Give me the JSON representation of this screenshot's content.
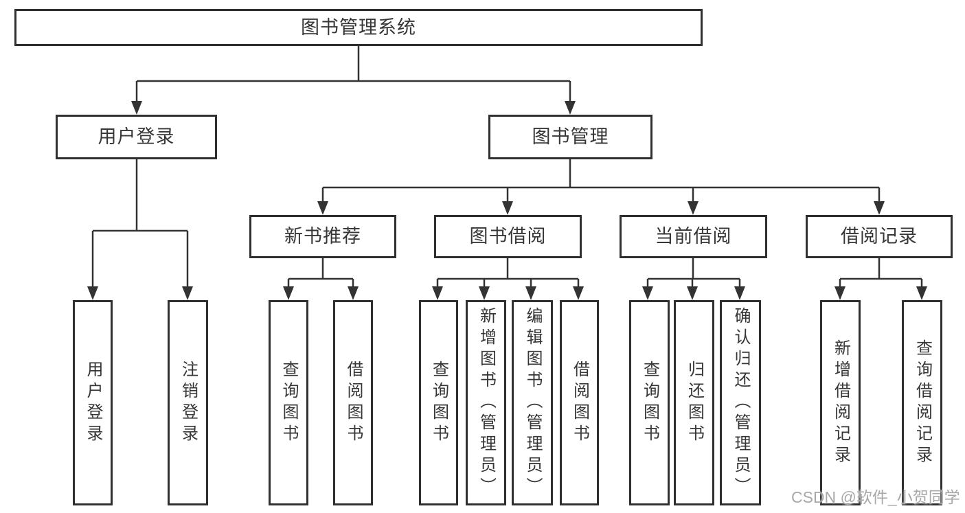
{
  "diagram": {
    "type": "tree",
    "orientation": "top-down",
    "connector_style": "orthogonal-with-arrowheads"
  },
  "colors": {
    "background": "#ffffff",
    "box_border": "#2f2f2f",
    "line": "#333333",
    "arrowhead": "#333333",
    "text": "#363636",
    "watermark": "#a8a8a8"
  },
  "nodes": {
    "root": {
      "label": "图书管理系统"
    },
    "user_login": {
      "label": "用户登录"
    },
    "book_mgmt": {
      "label": "图书管理"
    },
    "new_book_rec": {
      "label": "新书推荐"
    },
    "book_borrow": {
      "label": "图书借阅"
    },
    "current_borrow": {
      "label": "当前借阅"
    },
    "borrow_record": {
      "label": "借阅记录"
    },
    "leaf_user_login": {
      "label": "用户登录"
    },
    "leaf_logout": {
      "label": "注销登录"
    },
    "leaf_nbr_query": {
      "label": "查询图书"
    },
    "leaf_nbr_borrow": {
      "label": "借阅图书"
    },
    "leaf_bb_query": {
      "label": "查询图书"
    },
    "leaf_bb_add": {
      "label": "新增图书（管理员）"
    },
    "leaf_bb_edit": {
      "label": "编辑图书（管理员）"
    },
    "leaf_bb_borrow": {
      "label": "借阅图书"
    },
    "leaf_cb_query": {
      "label": "查询图书"
    },
    "leaf_cb_return": {
      "label": "归还图书"
    },
    "leaf_cb_confirm": {
      "label": "确认归还（管理员）"
    },
    "leaf_br_add": {
      "label": "新增借阅记录"
    },
    "leaf_br_query": {
      "label": "查询借阅记录"
    }
  },
  "structure": {
    "root": [
      "user_login",
      "book_mgmt"
    ],
    "user_login": [
      "leaf_user_login",
      "leaf_logout"
    ],
    "book_mgmt": [
      "new_book_rec",
      "book_borrow",
      "current_borrow",
      "borrow_record"
    ],
    "new_book_rec": [
      "leaf_nbr_query",
      "leaf_nbr_borrow"
    ],
    "book_borrow": [
      "leaf_bb_query",
      "leaf_bb_add",
      "leaf_bb_edit",
      "leaf_bb_borrow"
    ],
    "current_borrow": [
      "leaf_cb_query",
      "leaf_cb_return",
      "leaf_cb_confirm"
    ],
    "borrow_record": [
      "leaf_br_add",
      "leaf_br_query"
    ]
  },
  "watermark": {
    "text": "CSDN @软件_小贺同学"
  }
}
